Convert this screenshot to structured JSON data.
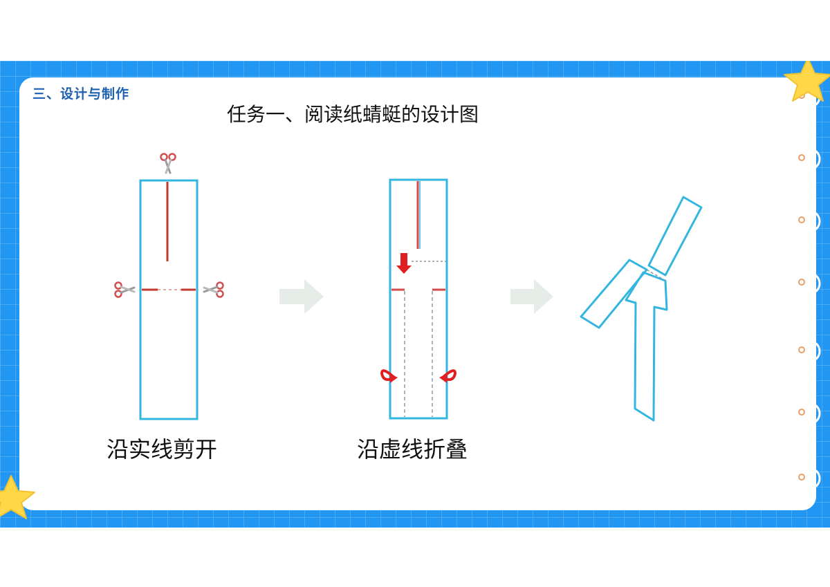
{
  "slide": {
    "section_title": "三、设计与制作",
    "task_title": "任务一、阅读纸蜻蜓的设计图"
  },
  "steps": [
    {
      "caption": "沿实线剪开"
    },
    {
      "caption": "沿虚线折叠"
    }
  ],
  "colors": {
    "background_blue": "#2196f3",
    "paper_outline": "#35b6e0",
    "cut_line": "#c0392b",
    "arrow_red": "#e02020",
    "step_arrow": "#e6ece8",
    "title_blue": "#1e5fb0",
    "star": "#ffd84a"
  },
  "icons": {
    "scissors": "scissors-icon",
    "fold_arrow": "curved-arrow-icon",
    "down_arrow": "down-arrow-icon",
    "step_arrow": "right-arrow-icon",
    "binder_ring": "binder-ring-icon",
    "star": "star-icon"
  }
}
